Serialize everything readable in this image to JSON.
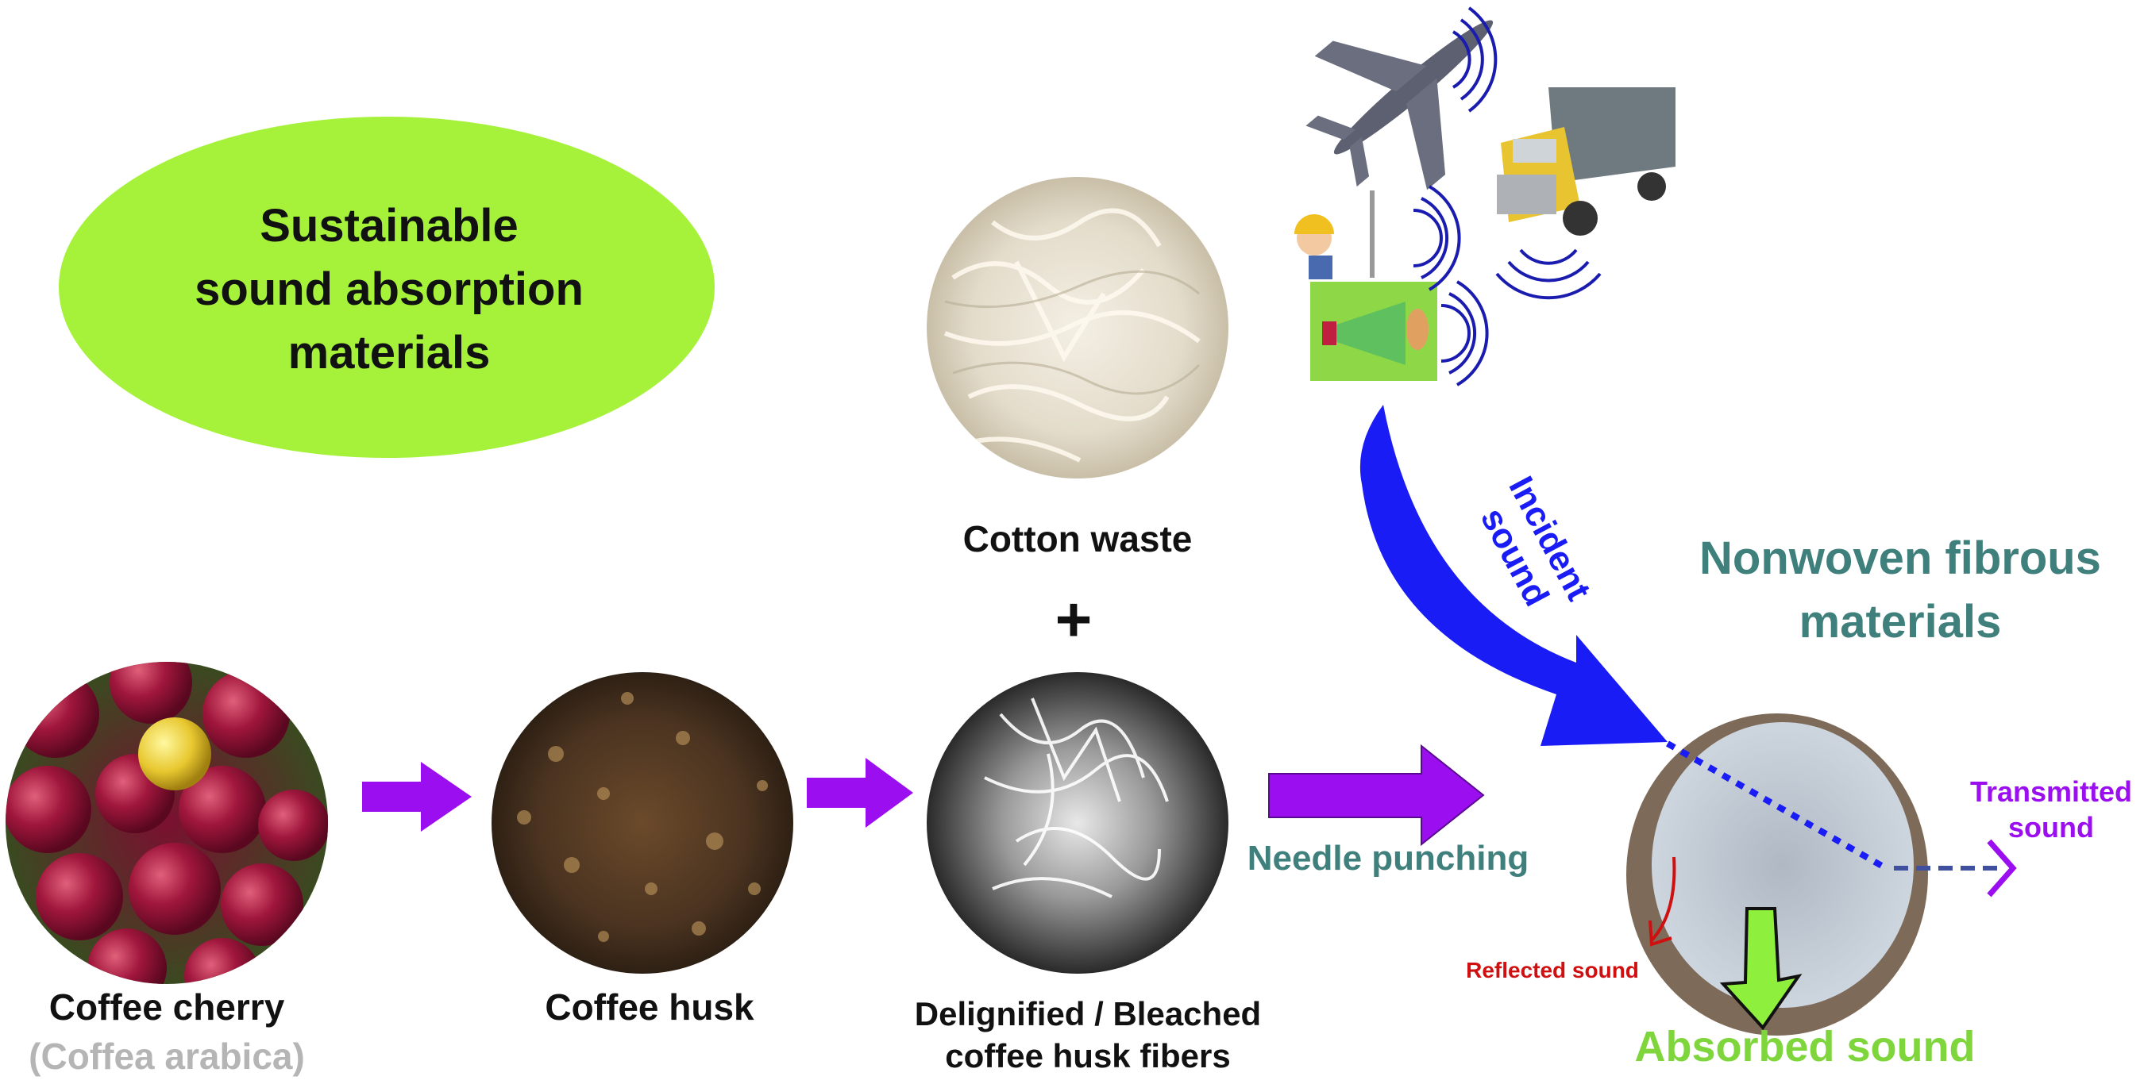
{
  "title": {
    "lines": [
      "Sustainable",
      "sound absorption",
      "materials"
    ]
  },
  "cotton_waste": {
    "label": "Cotton waste",
    "plus": "+"
  },
  "coffee_cherry": {
    "label": "Coffee cherry",
    "sublabel": "(Coffea arabica)"
  },
  "coffee_husk": {
    "label": "Coffee husk"
  },
  "fibers": {
    "lines": [
      "Delignified / Bleached",
      "coffee husk fibers"
    ]
  },
  "process": {
    "label": "Needle punching"
  },
  "incident": {
    "lines": [
      "Incident",
      "sound"
    ]
  },
  "product": {
    "lines": [
      "Nonwoven fibrous",
      "materials"
    ]
  },
  "transmitted": {
    "lines": [
      "Transmitted",
      "sound"
    ]
  },
  "reflected": {
    "label": "Reflected sound"
  },
  "absorbed": {
    "label": "Absorbed sound"
  },
  "colors": {
    "lime": "#a6f23b",
    "purple": "#9b0ef0",
    "teal": "#3f7f7c",
    "blue": "#1a1cf5",
    "green": "#7fd63c",
    "red": "#d01010",
    "gray": "#b5b5b5"
  }
}
